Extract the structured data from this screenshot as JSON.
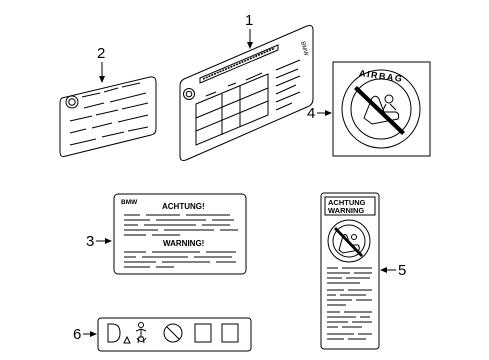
{
  "callouts": [
    "1",
    "2",
    "3",
    "4",
    "5",
    "6"
  ],
  "parts": {
    "label1": {
      "corner_text": "BMW"
    },
    "label3": {
      "brand": "BMW",
      "heading_top": "ACHTUNG!",
      "heading_bottom": "WARNING!"
    },
    "label4": {
      "title": "AIRBAG"
    },
    "label5": {
      "heading_line1": "ACHTUNG",
      "heading_line2": "WARNING"
    }
  }
}
